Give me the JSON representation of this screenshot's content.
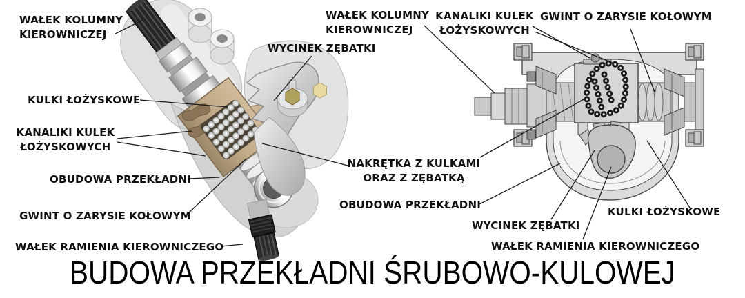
{
  "title": "BUDOWA PRZEKŁADNI ŚRUBOWO-KULOWEJ",
  "labels": {
    "walek_kolumny_left": "WAŁEK KOLUMNY\nKIEROWNICZEJ",
    "kulki_lozyskowe_left": "KULKI ŁOŻYSKOWE",
    "kanaliki_left": "KANALIKI KULEK\nŁOŻYSKOWYCH",
    "obudowa_left": "OBUDOWA PRZEKŁADNI",
    "gwint_left": "GWINT O ZARYSIE KOŁOWYM",
    "walek_ramienia_left": "WAŁEK RAMIENIA KIEROWNICZEGO",
    "walek_kolumny_right": "WAŁEK KOLUMNY\nKIEROWNICZEJ",
    "wycinek_zebatki_left_view": "WYCINEK ZĘBATKI",
    "kanaliki_right": "KANALIKI KULEK\nŁOŻYSKOWYCH",
    "gwint_right": "GWINT O ZARYSIE KOŁOWYM",
    "nakretka": "NAKRĘTKA Z KULKAMI\nORAZ Z ZĘBATKĄ",
    "obudowa_right": "OBUDOWA PRZEKŁADNI",
    "wycinek_zebatki_right_view": "WYCINEK ZĘBATKI",
    "kulki_lozyskowe_right": "KULKI ŁOŻYSKOWE",
    "walek_ramienia_right": "WAŁEK RAMIENIA KIEROWNICZEGO"
  },
  "colors": {
    "background": "#ffffff",
    "label_text": "#101010",
    "leader_line": "#1a1a1a",
    "ball_nut_tan": "#c2ab88",
    "ball_channel_tan": "#8b7457",
    "brass_adjuster": "#aea25c",
    "pale_plug": "#e7d9a2",
    "metal_light": "#e9e9e9",
    "section_fill": "#dcdcdc"
  }
}
